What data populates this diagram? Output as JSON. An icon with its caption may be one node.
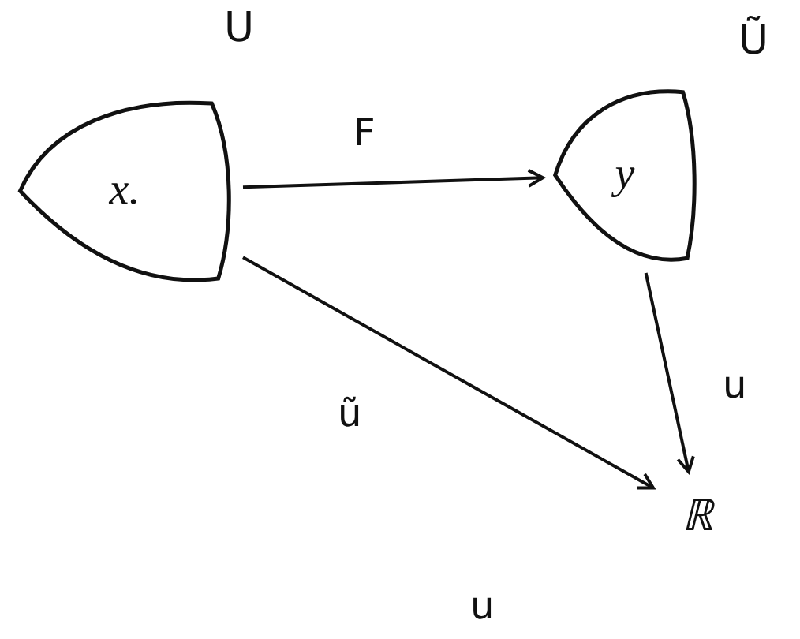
{
  "diagram": {
    "nodes": [
      {
        "text": [
          "x."
        ],
        "beside": [
          "U"
        ]
      },
      {
        "text": [
          "y"
        ],
        "beside": [
          "Ũ"
        ]
      },
      {
        "text": [
          "ℝ"
        ]
      }
    ],
    "edges": [
      {
        "from": 0,
        "to": 1,
        "arrow": "to",
        "label": "F"
      },
      {
        "from": 1,
        "to": 2,
        "arrow": "to",
        "label": "u"
      },
      {
        "from": 0,
        "to": 2,
        "arrow": "to",
        "label": "ũ"
      }
    ],
    "labels": [
      "u"
    ]
  }
}
